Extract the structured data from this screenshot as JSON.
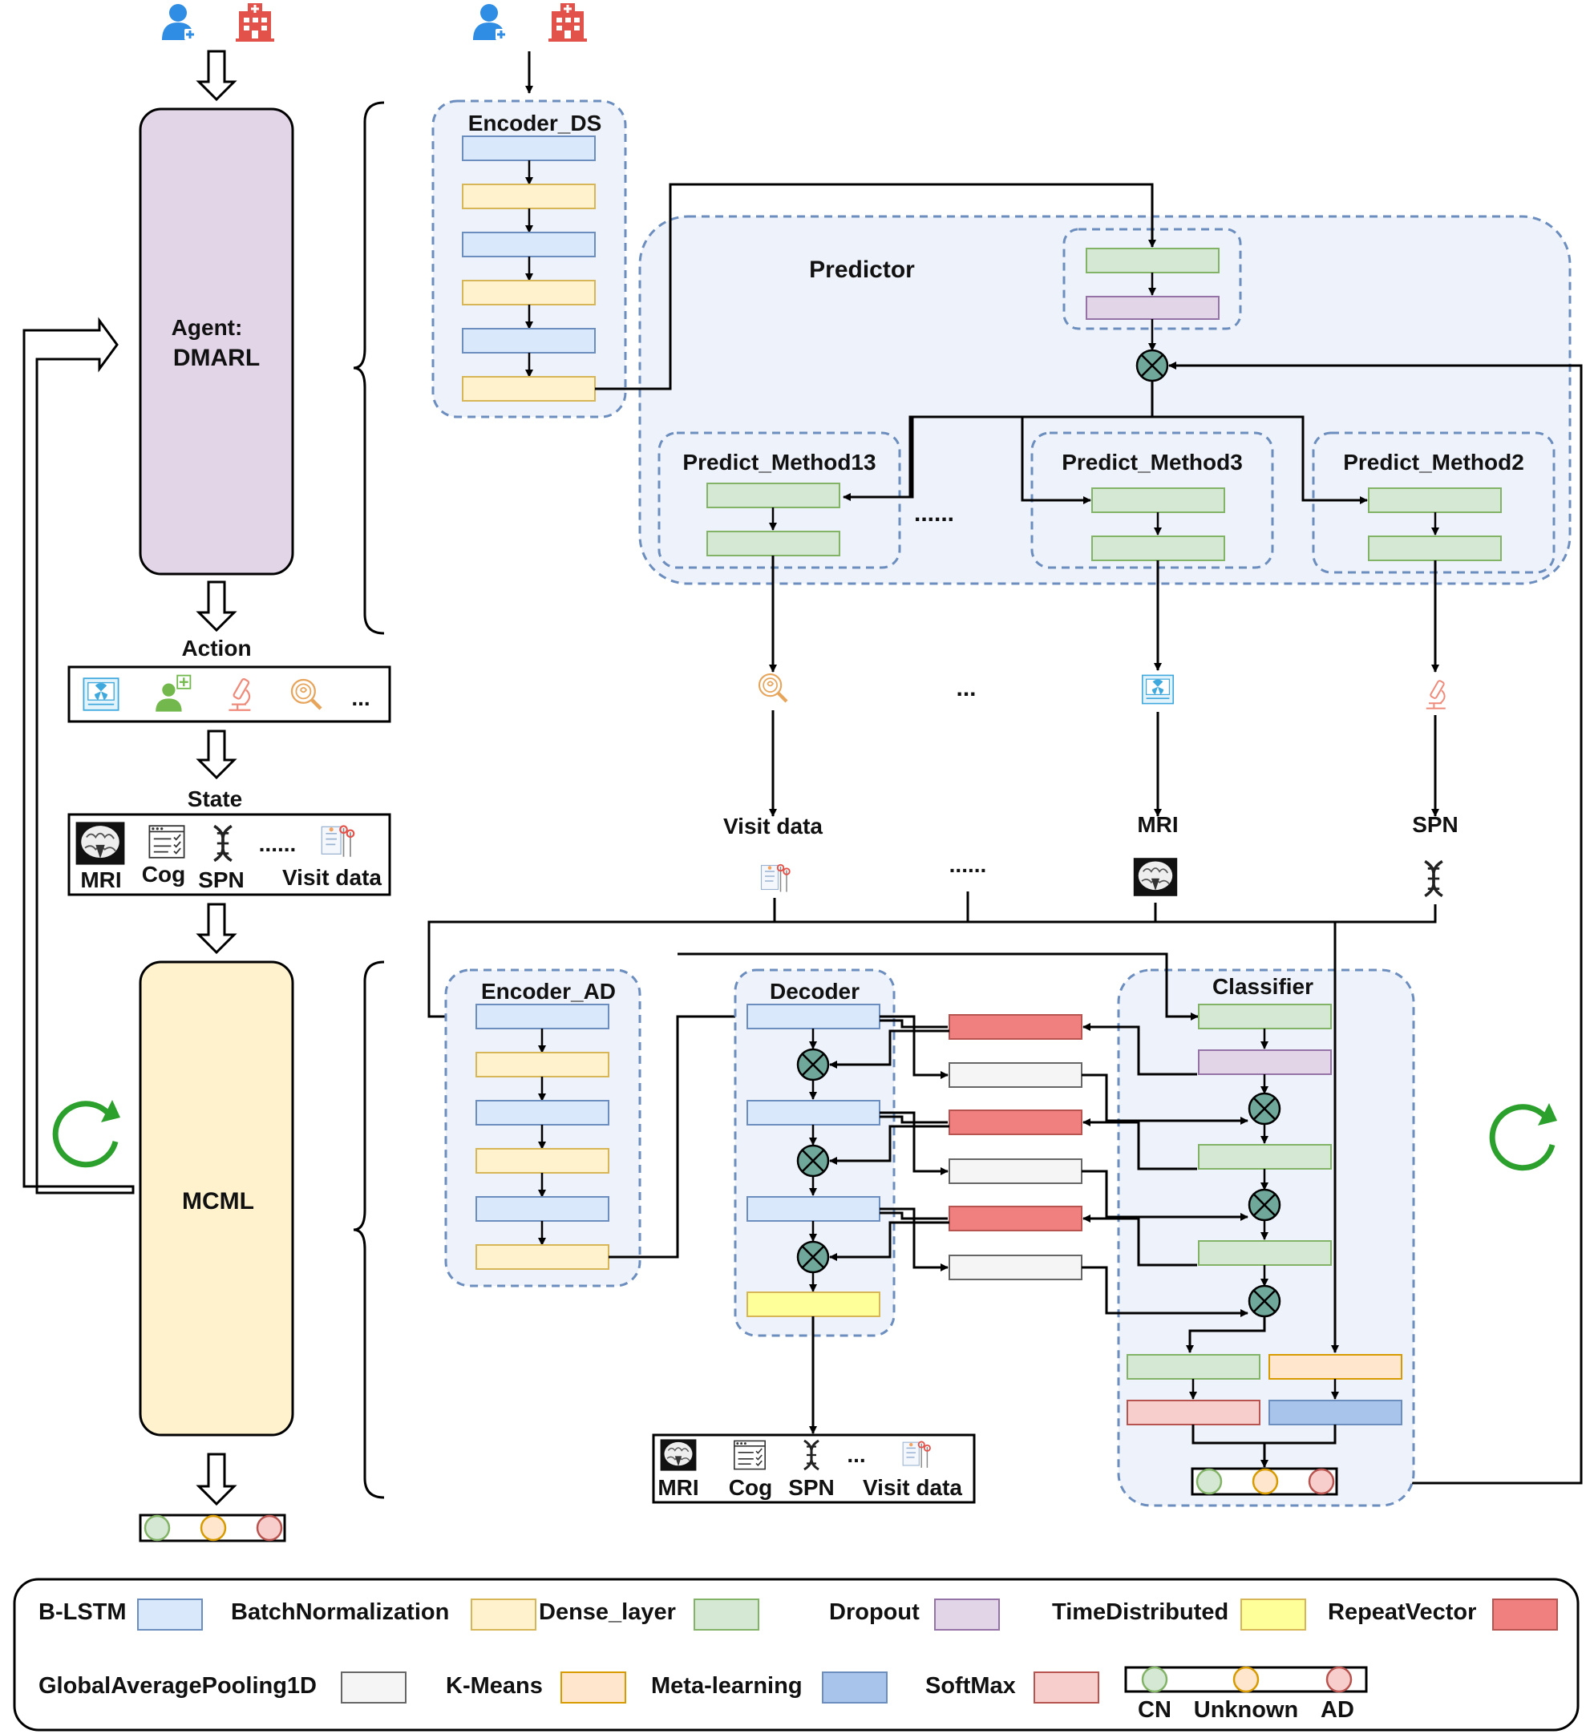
{
  "colors": {
    "blstm": "#dae8fc",
    "blstm_stroke": "#6c8ebf",
    "bn": "#fff2cc",
    "bn_stroke": "#d6b656",
    "dense": "#d5e8d4",
    "dense_stroke": "#82b366",
    "dropout": "#e1d5e7",
    "dropout_stroke": "#9673a6",
    "timedist": "#ffff99",
    "timedist_stroke": "#d6b656",
    "repeat": "#f08080",
    "repeat_stroke": "#b85450",
    "gap": "#f5f5f5",
    "gap_stroke": "#666666",
    "kmeans": "#ffe6cc",
    "kmeans_stroke": "#d79b00",
    "meta": "#a9c4eb",
    "meta_stroke": "#6c8ebf",
    "softmax": "#f8cecc",
    "softmax_stroke": "#b85450",
    "agent_fill": "#e1d5e7",
    "mcml_fill": "#fff2cc",
    "region_fill": "#eef2fa",
    "region_stroke": "#6c8ebf",
    "multiply_fill": "#6fa89a",
    "cycle_green": "#2ca02c",
    "cn": "#d5e8d4",
    "cn_stroke": "#82b366",
    "unknown": "#ffe6cc",
    "unknown_stroke": "#d79b00",
    "ad": "#f8cecc",
    "ad_stroke": "#b85450",
    "icon_blue": "#2f8de4",
    "icon_red": "#e2524a"
  },
  "icons": [
    "patient-icon",
    "hospital-icon",
    "scanner-icon",
    "doctor-icon",
    "microscope-icon",
    "magnifier-icon",
    "brain-icon",
    "checklist-icon",
    "dna-icon",
    "visit-data-icon",
    "refresh-icon"
  ],
  "left": {
    "agent_line1": "Agent:",
    "agent_line2": "DMARL",
    "action_label": "Action",
    "action_more": "...",
    "state_label": "State",
    "state_mri": "MRI",
    "state_cog": "Cog",
    "state_spn": "SPN",
    "state_dots": "......",
    "state_visit": "Visit data",
    "mcml_label": "MCML"
  },
  "top": {
    "encoder_ds": "Encoder_DS",
    "predictor": "Predictor",
    "pm13": "Predict_Method13",
    "pm3": "Predict_Method3",
    "pm2": "Predict_Method2",
    "pm_dots": "......",
    "mid_dots": "...",
    "visit_data": "Visit data",
    "mri": "MRI",
    "spn": "SPN",
    "data_dots": "......"
  },
  "bottom": {
    "encoder_ad": "Encoder_AD",
    "decoder": "Decoder",
    "classifier": "Classifier",
    "out_mri": "MRI",
    "out_cog": "Cog",
    "out_spn": "SPN",
    "out_dots": "...",
    "out_visit": "Visit data"
  },
  "legend": {
    "blstm": "B-LSTM",
    "bn": "BatchNormalization",
    "dense": "Dense_layer",
    "dropout": "Dropout",
    "timedist": "TimeDistributed",
    "repeat": "RepeatVector",
    "gap": "GlobalAveragePooling1D",
    "kmeans": "K-Means",
    "meta": "Meta-learning",
    "softmax": "SoftMax",
    "cn": "CN",
    "unknown": "Unknown",
    "ad": "AD"
  }
}
